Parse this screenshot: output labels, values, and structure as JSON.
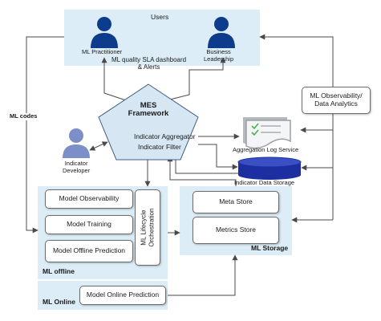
{
  "users": {
    "group_label": "Users",
    "practitioner": "ML Practitioner",
    "leadership_line1": "Business",
    "leadership_line2": "Leadership",
    "dashboard_line1": "ML quality SLA dashboard",
    "dashboard_line2": "& Alerts"
  },
  "ml_codes": "ML codes",
  "mes": {
    "title_line1": "MES",
    "title_line2": "Framework",
    "aggregator": "Indicator Aggregator",
    "filter": "Indicator Filter"
  },
  "indicator_developer_line1": "Indicator",
  "indicator_developer_line2": "Developer",
  "observability_analytics_line1": "ML Observability/",
  "observability_analytics_line2": "Data Analytics",
  "aggregation_log_service": "Aggregation Log Service",
  "indicator_data_storage": "Indicator Data Storage",
  "ml_offline": {
    "title": "ML offline",
    "model_observability": "Model Observability",
    "model_training": "Model Training",
    "model_offline_prediction": "Model Offline Prediction",
    "lifecycle_line1": "ML Lifecycle",
    "lifecycle_line2": "Orchestration"
  },
  "ml_storage": {
    "title": "ML Storage",
    "meta_store": "Meta Store",
    "metrics_store": "Metrics Store"
  },
  "ml_online": {
    "title": "ML Online",
    "model_online_prediction": "Model Online Prediction"
  },
  "colors": {
    "panel_bg": "#dcedf7",
    "user_icon": "#0d3c8c",
    "developer_icon": "#7d8fc9",
    "pentagon_fill": "#d6e6f2",
    "cylinder": "#1c2ea0",
    "doc_icon": "#9aa0a6",
    "check": "#4caf50",
    "line": "#4a4a4a"
  }
}
